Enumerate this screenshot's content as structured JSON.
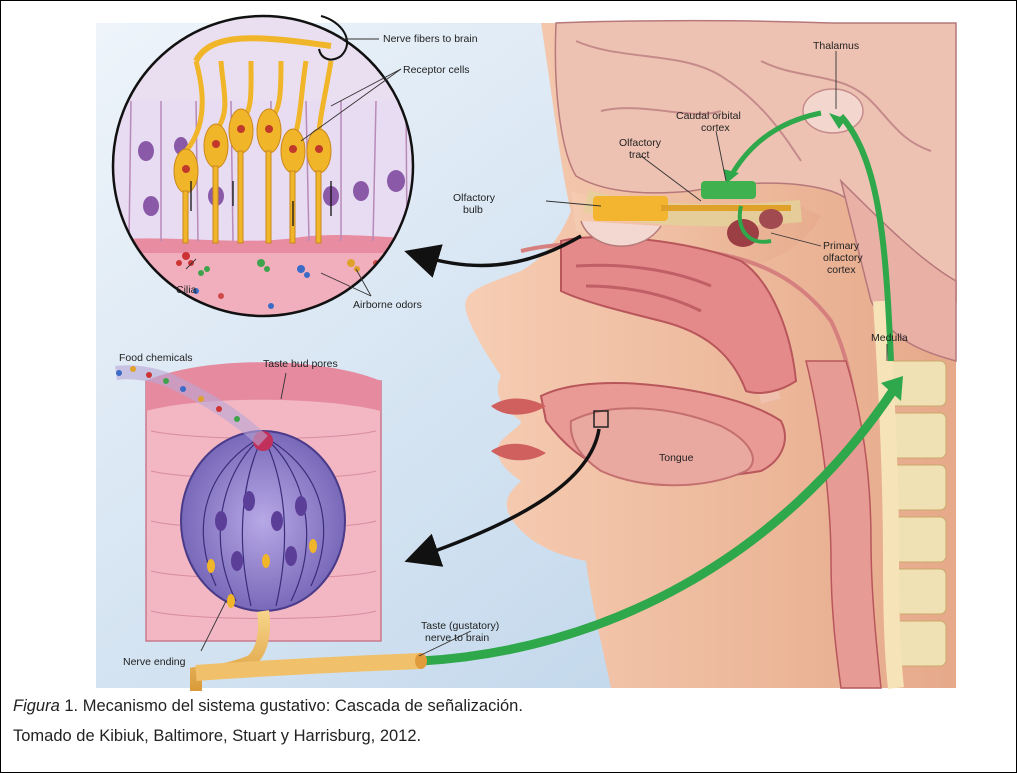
{
  "labels": {
    "nerve_fibers": "Nerve fibers to brain",
    "receptor_cells": "Receptor cells",
    "thalamus": "Thalamus",
    "caudal_orbital_1": "Caudal orbital",
    "caudal_orbital_2": "cortex",
    "olfactory_tract_1": "Olfactory",
    "olfactory_tract_2": "tract",
    "olfactory_bulb_1": "Olfactory",
    "olfactory_bulb_2": "bulb",
    "primary_olfactory_1": "Primary",
    "primary_olfactory_2": "olfactory",
    "primary_olfactory_3": "cortex",
    "cilia": "Cilia",
    "airborne_odors": "Airborne odors",
    "medulla": "Medulla",
    "food_chemicals": "Food chemicals",
    "taste_bud_pores": "Taste bud pores",
    "tongue": "Tongue",
    "taste_nerve_1": "Taste (gustatory)",
    "taste_nerve_2": "nerve to brain",
    "nerve_ending": "Nerve ending"
  },
  "caption": {
    "figure_word": "Figura",
    "line1_rest": " 1. Mecanismo del sistema gustativo: Cascada de señalización.",
    "line2": "Tomado de Kibiuk, Baltimore, Stuart y Harrisburg, 2012."
  },
  "colors": {
    "background_sky": "#cfe0f0",
    "skin": "#f2c2a6",
    "tissue_pink": "#e58a8a",
    "receptor_yellow": "#f1b52a",
    "pathway_green": "#2ea84a",
    "bone": "#efe1b4",
    "taste_bud_purple": "#8a7ac8"
  }
}
